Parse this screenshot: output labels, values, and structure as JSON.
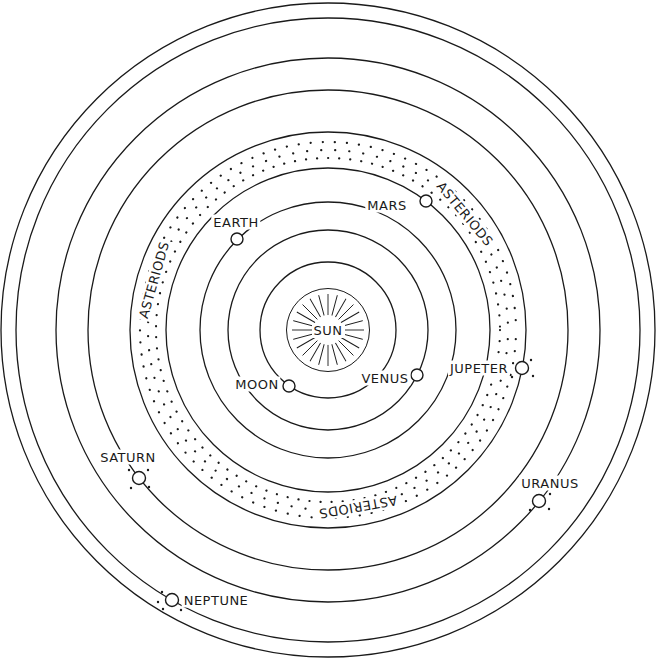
{
  "diagram": {
    "nodes": [
      {
        "text": [
          "SUN"
        ]
      }
    ],
    "labels": [
      "MARS",
      "ASTERIODS",
      "EARTH",
      "ASTERIODS",
      "MOON",
      "VENUS",
      "JUPETER",
      "SATURN",
      "ASTERIODS",
      "URANUS",
      "NEPTUNE"
    ]
  }
}
